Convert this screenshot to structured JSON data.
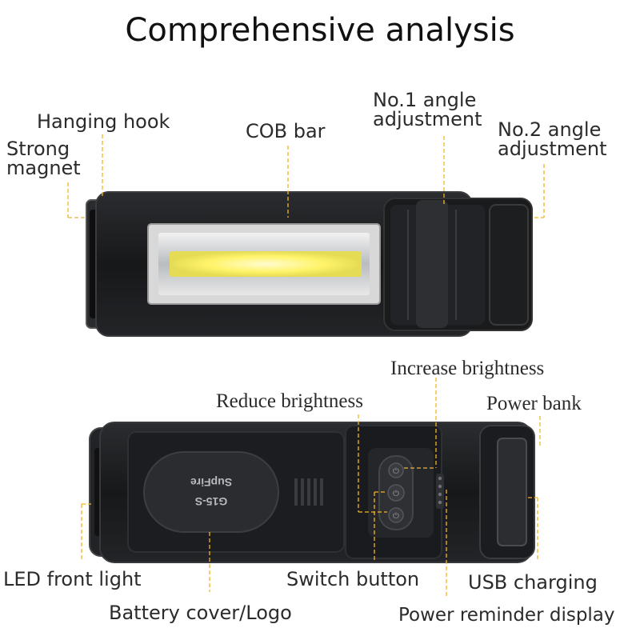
{
  "title": "Comprehensive analysis",
  "top_view": {
    "labels": {
      "hanging_hook": "Hanging hook",
      "strong_magnet": [
        "Strong",
        "magnet"
      ],
      "cob_bar": "COB bar",
      "angle_adjustment_1": [
        "No.1 angle",
        "adjustment"
      ],
      "angle_adjustment_2": [
        "No.2 angle",
        "adjustment"
      ]
    }
  },
  "bottom_view": {
    "device_brand": "SupFire",
    "device_model": "G15-S",
    "labels": {
      "increase_brightness": "Increase brightness",
      "reduce_brightness": "Reduce brightness",
      "power_bank": "Power bank",
      "led_front_light": "LED front light",
      "switch_button": "Switch button",
      "usb_charging": "USB charging",
      "battery_cover_logo": "Battery cover/Logo",
      "power_reminder_display": "Power reminder display"
    }
  },
  "colors": {
    "leader_line": "#f2b52a",
    "cob_glow": "#fff46a",
    "body_dark": "#1c1d1f"
  }
}
